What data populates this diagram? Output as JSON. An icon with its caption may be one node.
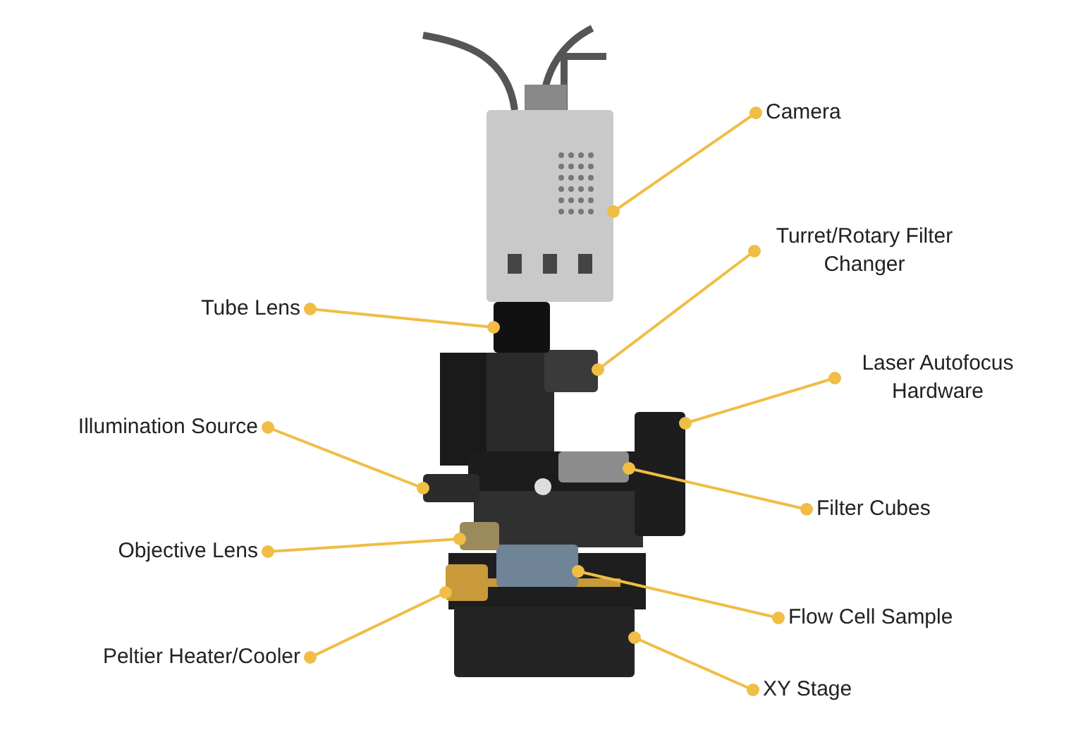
{
  "diagram": {
    "nodes": [
      {
        "text": [
          "Camera"
        ]
      },
      {
        "text": [
          "Turret/Rotary Filter Changer"
        ]
      },
      {
        "text": [
          "Laser Autofocus Hardware"
        ]
      },
      {
        "text": [
          "Filter Cubes"
        ]
      },
      {
        "text": [
          "Flow Cell Sample"
        ]
      },
      {
        "text": [
          "XY Stage"
        ]
      },
      {
        "text": [
          "Tube Lens"
        ]
      },
      {
        "text": [
          "Illumination Source"
        ]
      },
      {
        "text": [
          "Objective Lens"
        ]
      },
      {
        "text": [
          "Peltier Heater/Cooler"
        ]
      },
      {
        "text": [],
        "shape": "box"
      },
      {
        "text": [],
        "shape": "box"
      },
      {
        "text": [],
        "shape": "box"
      },
      {
        "text": [],
        "shape": "box"
      },
      {
        "text": [],
        "shape": "box"
      },
      {
        "text": [],
        "shape": "box"
      },
      {
        "text": [],
        "shape": "box"
      },
      {
        "text": [],
        "shape": "box"
      },
      {
        "text": [],
        "shape": "box"
      },
      {
        "text": [],
        "shape": "box"
      }
    ],
    "edges": [
      {
        "from": 0,
        "to": 10,
        "arrow": "other"
      },
      {
        "from": 1,
        "to": 11,
        "arrow": "other"
      },
      {
        "from": 2,
        "to": 12,
        "arrow": "other"
      },
      {
        "from": 3,
        "to": 13,
        "arrow": "other"
      },
      {
        "from": 4,
        "to": 14,
        "arrow": "other"
      },
      {
        "from": 5,
        "to": 15,
        "arrow": "other"
      },
      {
        "from": 6,
        "to": 16,
        "arrow": "other"
      },
      {
        "from": 7,
        "to": 17,
        "arrow": "other"
      },
      {
        "from": 8,
        "to": 18,
        "arrow": "other"
      },
      {
        "from": 9,
        "to": 19,
        "arrow": "other"
      }
    ]
  }
}
